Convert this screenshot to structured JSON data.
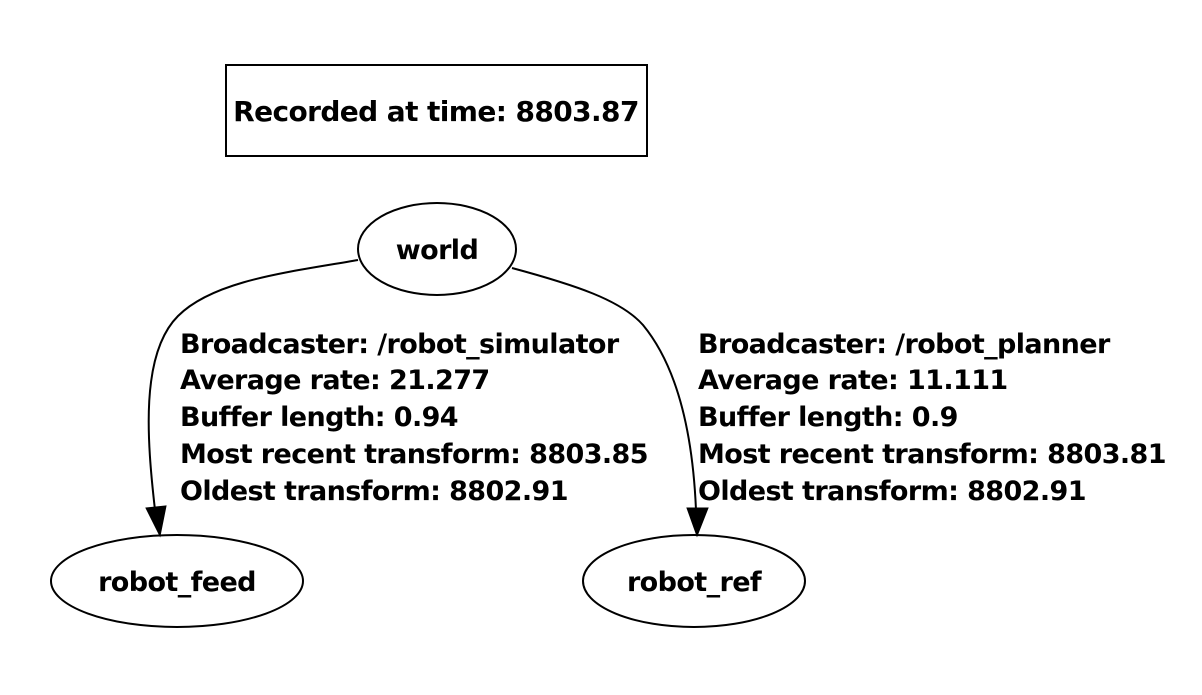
{
  "header": {
    "recorded_label": "Recorded at time: 8803.87"
  },
  "nodes": {
    "root": "world",
    "left_child": "robot_feed",
    "right_child": "robot_ref"
  },
  "edges": {
    "left": {
      "broadcaster": "Broadcaster: /robot_simulator",
      "average_rate": "Average rate: 21.277",
      "buffer_length": "Buffer length: 0.94",
      "most_recent": "Most recent transform: 8803.85",
      "oldest": "Oldest transform: 8802.91"
    },
    "right": {
      "broadcaster": "Broadcaster: /robot_planner",
      "average_rate": "Average rate: 11.111",
      "buffer_length": "Buffer length: 0.9",
      "most_recent": "Most recent transform: 8803.81",
      "oldest": "Oldest transform: 8802.91"
    }
  }
}
